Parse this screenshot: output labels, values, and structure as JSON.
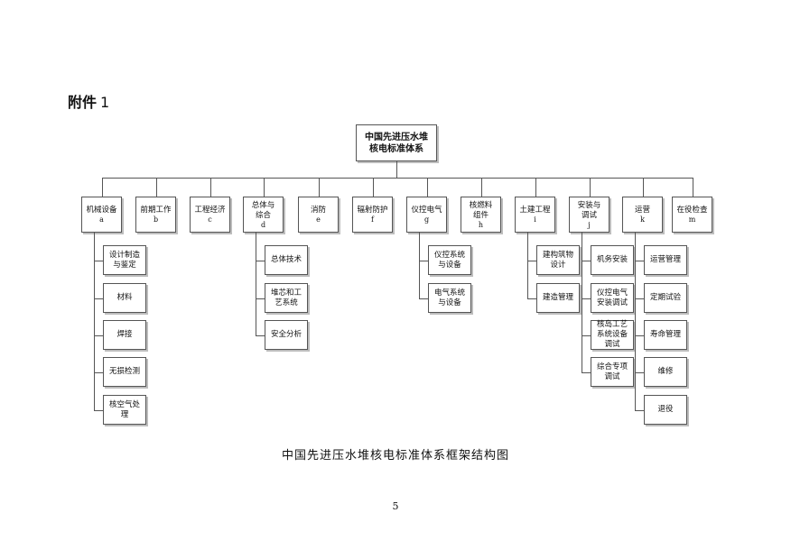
{
  "heading": {
    "label": "附件",
    "number": "1"
  },
  "root": {
    "line1": "中国先进压水堆",
    "line2": "核电标准体系"
  },
  "categories": [
    {
      "name": "机械设备",
      "code": "a"
    },
    {
      "name": "前期工作",
      "code": "b"
    },
    {
      "name": "工程经济",
      "code": "c"
    },
    {
      "name": "总体与综合",
      "code": "d"
    },
    {
      "name": "消防",
      "code": "e"
    },
    {
      "name": "辐射防护",
      "code": "f"
    },
    {
      "name": "仪控电气",
      "code": "g"
    },
    {
      "name": "核燃料组件",
      "code": "h"
    },
    {
      "name": "土建工程",
      "code": "i"
    },
    {
      "name": "安装与调试",
      "code": "j"
    },
    {
      "name": "运营",
      "code": "k"
    },
    {
      "name": "在役检查",
      "code": "m"
    }
  ],
  "subitems": {
    "a": [
      "设计制造与鉴定",
      "材料",
      "焊接",
      "无损检测",
      "核空气处理"
    ],
    "d": [
      "总体技术",
      "堆芯和工艺系统",
      "安全分析"
    ],
    "g": [
      "仪控系统与设备",
      "电气系统与设备"
    ],
    "i": [
      "建构筑物设计",
      "建造管理"
    ],
    "j": [
      "机务安装",
      "仪控电气安装调试",
      "核岛工艺系统设备调试",
      "综合专项调试"
    ],
    "k": [
      "运营管理",
      "定期试验",
      "寿命管理",
      "维修",
      "退役"
    ]
  },
  "caption": "中国先进压水堆核电标准体系框架结构图",
  "page_number": "5"
}
